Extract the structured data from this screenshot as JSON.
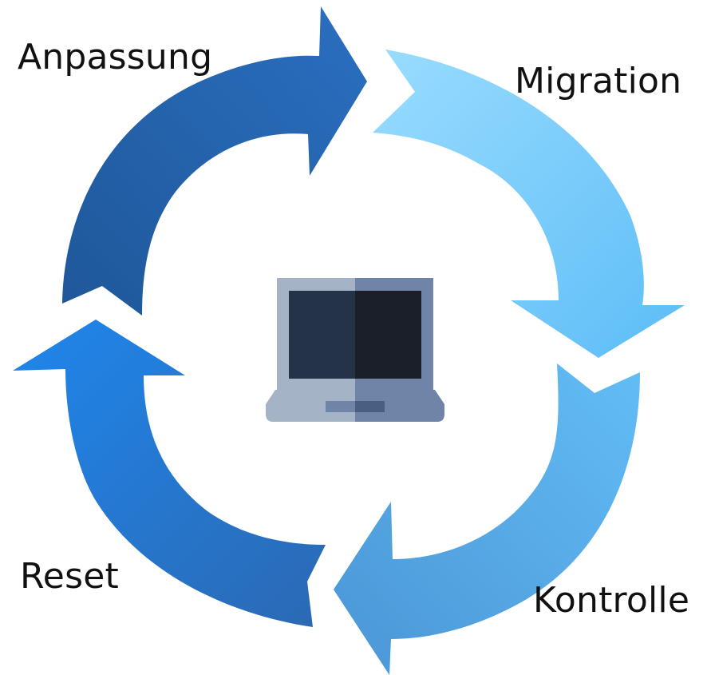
{
  "stages": [
    {
      "key": "anpassung",
      "label": "Anpassung",
      "color_start": "#1f5799",
      "color_end": "#2a6fc0"
    },
    {
      "key": "migration",
      "label": "Migration",
      "color_start": "#8fd9ff",
      "color_end": "#5fc0f8"
    },
    {
      "key": "kontrolle",
      "label": "Kontrolle",
      "color_start": "#5ab6f1",
      "color_end": "#4a9ad8"
    },
    {
      "key": "reset",
      "label": "Reset",
      "color_start": "#1f86ec",
      "color_end": "#2c6cb8"
    }
  ],
  "center": {
    "icon": "laptop-icon",
    "colors": {
      "frame_left": "#a5b3c7",
      "frame_right": "#6f84a7",
      "screen_left": "#253349",
      "screen_right": "#1a1f29"
    }
  }
}
